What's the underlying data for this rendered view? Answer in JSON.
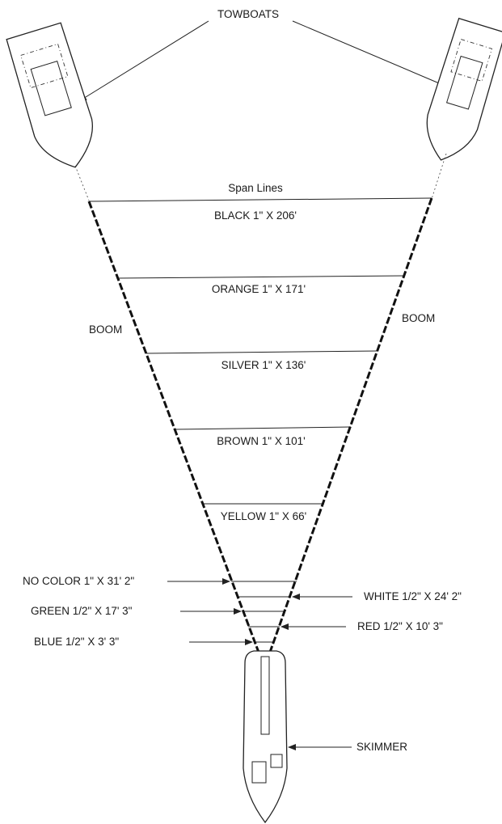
{
  "labels": {
    "towboats": "TOWBOATS",
    "span_lines": "Span Lines",
    "boom_left": "BOOM",
    "boom_right": "BOOM",
    "skimmer": "SKIMMER"
  },
  "spans": [
    "BLACK 1\" X 206'",
    "ORANGE 1\" X  171'",
    "SILVER 1\" X 136'",
    "BROWN 1\" X 101'",
    "YELLOW 1\" X 66'",
    "NO COLOR 1\" X 31'  2\"",
    "WHITE 1/2\" X 24' 2\"",
    "GREEN 1/2\" X 17' 3\"",
    "RED 1/2\" X 10' 3\"",
    "BLUE 1/2\" X 3' 3\""
  ]
}
